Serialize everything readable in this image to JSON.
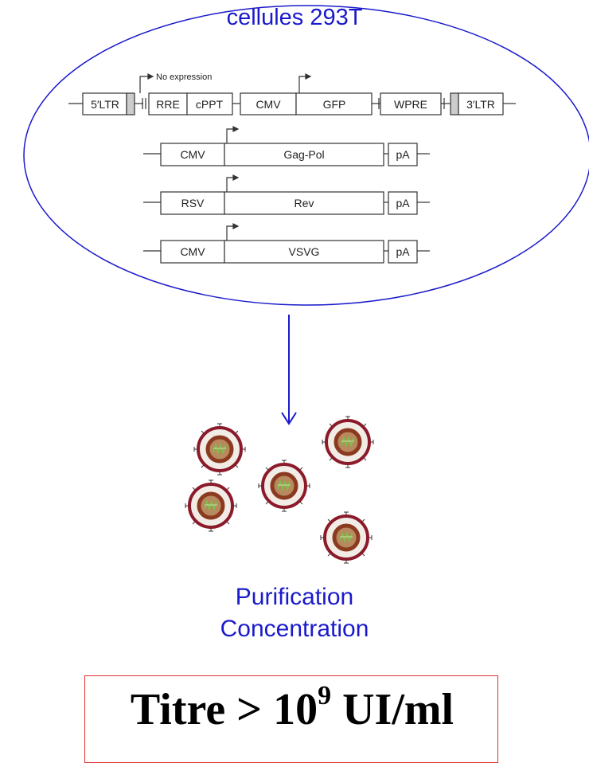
{
  "cell_label": "cellules 293T",
  "constructs": {
    "transfer": {
      "no_expression_label": "No expression",
      "elements": [
        "5′LTR",
        "RRE",
        "cPPT",
        "CMV",
        "GFP",
        "WPRE",
        "3′LTR"
      ]
    },
    "packaging": [
      {
        "promoter": "CMV",
        "gene": "Gag-Pol",
        "polyA": "pA"
      },
      {
        "promoter": "RSV",
        "gene": "Rev",
        "polyA": "pA"
      },
      {
        "promoter": "CMV",
        "gene": "VSVG",
        "polyA": "pA"
      }
    ]
  },
  "process": {
    "line1": "Purification",
    "line2": "Concentration"
  },
  "result": {
    "prefix": "Titre > 10",
    "exponent": "9",
    "suffix": " UI/ml"
  },
  "colors": {
    "accent_blue": "#1a1acc",
    "virus_envelope": "#8b1a2a",
    "virus_core": "#a0522d",
    "rna_green": "#7cbf4a",
    "titre_border": "#e03030"
  }
}
